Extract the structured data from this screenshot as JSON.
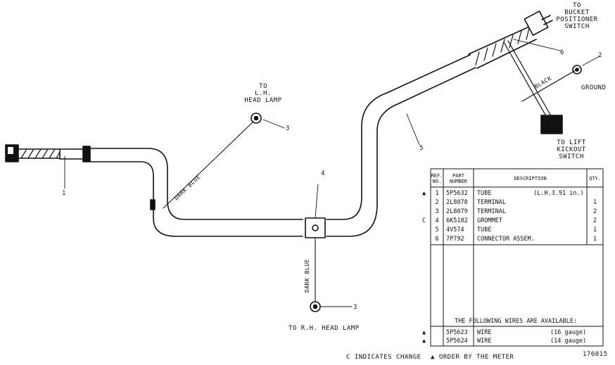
{
  "callouts": {
    "top_switch": "TO\nBUCKET\nPOSITIONER\nSWITCH",
    "ground": "GROUND",
    "lift_kickout": "TO LIFT\nKICKOUT\nSWITCH",
    "lh_lamp": "TO\nL.H.\nHEAD LAMP",
    "rh_lamp": "TO R.H. HEAD LAMP",
    "wire_black": "BLACK",
    "wire_dark_blue_upper": "DARK BLUE",
    "wire_dark_blue_lower": "DARK BLUE"
  },
  "item_numbers": {
    "n1": "1",
    "n2": "2",
    "n3a": "3",
    "n3b": "3",
    "n4": "4",
    "n5": "5",
    "n6": "6"
  },
  "parts_table": {
    "headers": {
      "ref": "REF.\nNO.",
      "part": "PART\nNUMBER",
      "desc": "DESCRIPTION",
      "qty": "QTY."
    },
    "rows": [
      {
        "mark": "▲",
        "ref": "1",
        "part": "5P5632",
        "desc": "TUBE",
        "desc_extra": "(L.H.3.91 in.)",
        "qty": ""
      },
      {
        "mark": "",
        "ref": "2",
        "part": "2L8078",
        "desc": "TERMINAL",
        "desc_extra": "",
        "qty": "1"
      },
      {
        "mark": "",
        "ref": "3",
        "part": "2L8079",
        "desc": "TERMINAL",
        "desc_extra": "",
        "qty": "2"
      },
      {
        "mark": "C",
        "ref": "4",
        "part": "6K5182",
        "desc": "GROMMET",
        "desc_extra": "",
        "qty": "2"
      },
      {
        "mark": "",
        "ref": "5",
        "part": "4V574",
        "desc": "TUBE",
        "desc_extra": "",
        "qty": "1"
      },
      {
        "mark": "",
        "ref": "6",
        "part": "7P792",
        "desc": "CONNECTOR ASSEM.",
        "desc_extra": "",
        "qty": "1"
      }
    ],
    "wires_title": "THE FOLLOWING WIRES ARE AVAILABLE:",
    "wires": [
      {
        "mark": "▲",
        "part": "5P5623",
        "desc": "WIRE",
        "gauge": "(16 gauge)"
      },
      {
        "mark": "▲",
        "part": "5P5624",
        "desc": "WIRE",
        "gauge": "(14 gauge)"
      }
    ]
  },
  "footer": {
    "change_note": "C INDICATES CHANGE",
    "order_note": "▲ ORDER BY THE METER",
    "figure_number": "176015"
  }
}
